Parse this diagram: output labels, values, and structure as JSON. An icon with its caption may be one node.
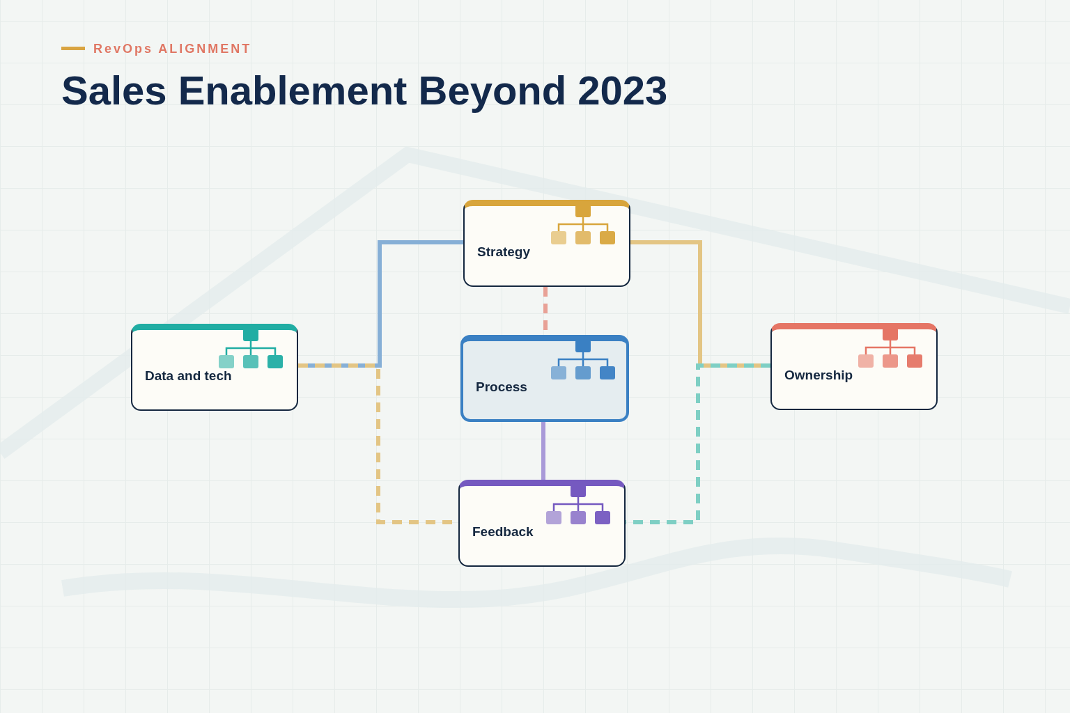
{
  "diagram": {
    "title": "Sales Enablement Beyond 2023",
    "nodes": [
      {
        "text": [
          "Strategy"
        ]
      },
      {
        "text": [
          "Data and tech"
        ]
      },
      {
        "text": [
          "Process"
        ]
      },
      {
        "text": [
          "Ownership"
        ]
      },
      {
        "text": [
          "Feedback"
        ]
      }
    ],
    "edges": [
      {
        "from": 0,
        "to": 1,
        "arrow": "none",
        "color": "#86afd6"
      },
      {
        "from": 0,
        "to": 3,
        "arrow": "none",
        "color": "#e3c584"
      },
      {
        "from": 1,
        "to": 4,
        "arrow": "none",
        "style": "dashed",
        "color": "#e3c584"
      },
      {
        "from": 3,
        "to": 4,
        "arrow": "none",
        "style": "dashed",
        "color": "#7ecfc4"
      },
      {
        "from": 0,
        "to": 2,
        "arrow": "none",
        "style": "dashed",
        "color": "#e8a196"
      },
      {
        "from": 2,
        "to": 4,
        "arrow": "none",
        "color": "#a99ad8"
      }
    ],
    "labels": [
      "RevOps ALIGNMENT"
    ]
  }
}
